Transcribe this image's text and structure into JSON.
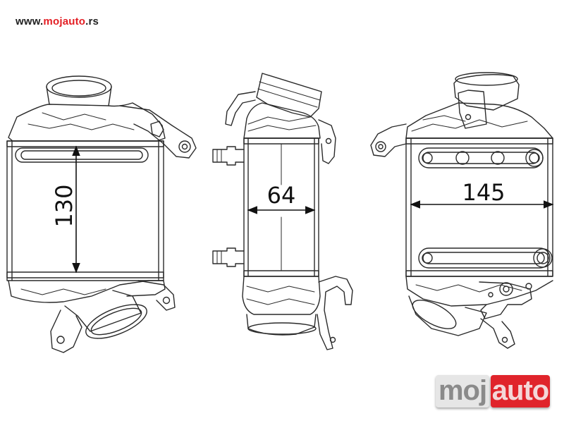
{
  "watermark": {
    "url_prefix": "www.",
    "url_brand": "mojauto",
    "url_suffix": ".rs",
    "logo_part1": "moj",
    "logo_part2": "auto"
  },
  "dimensions": {
    "height": "130",
    "depth": "64",
    "width": "145"
  },
  "colors": {
    "line": "#2a2a2a",
    "brand_red": "#e31e24",
    "logo_grey": "#e6e6e6"
  }
}
